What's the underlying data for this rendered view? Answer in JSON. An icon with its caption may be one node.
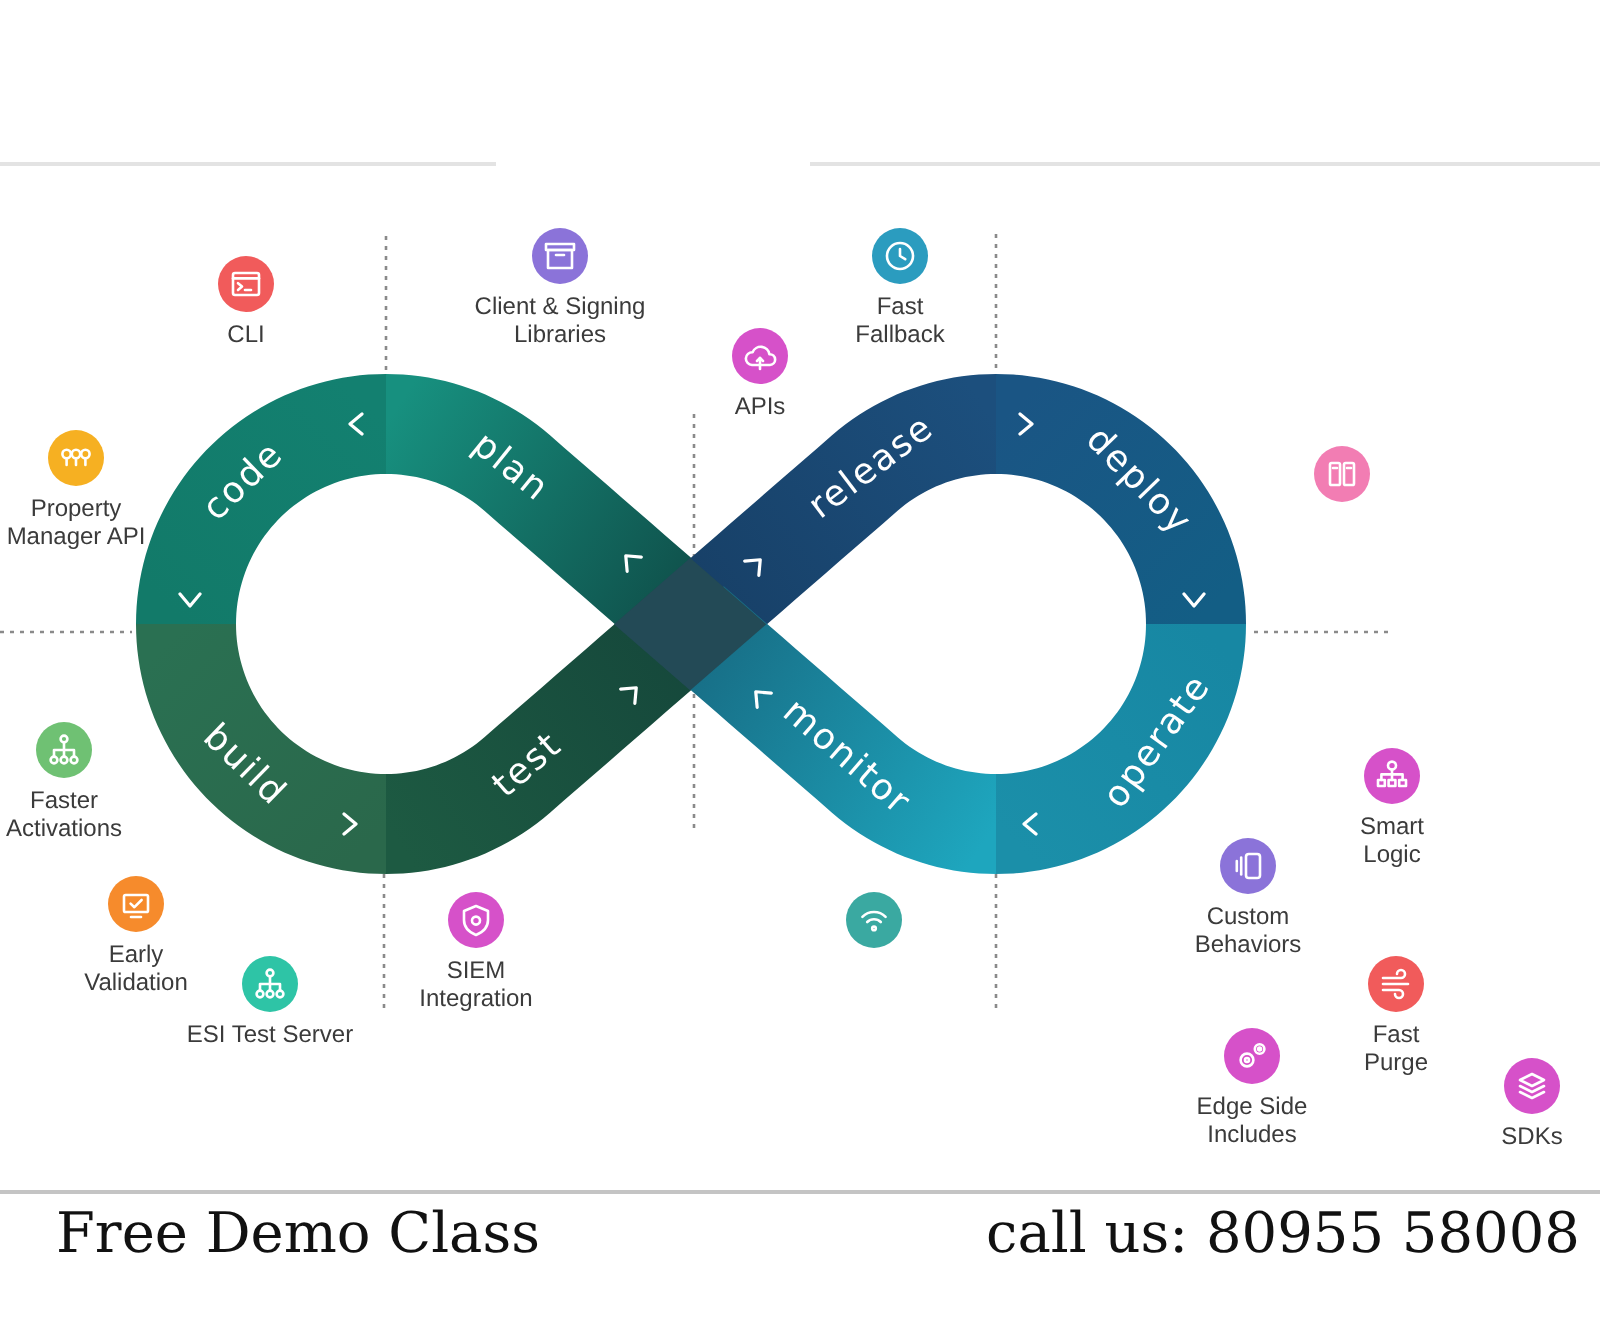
{
  "diagram": {
    "nodes": [
      {
        "text": [
          "code"
        ]
      },
      {
        "text": [
          "plan"
        ]
      },
      {
        "text": [
          "release"
        ]
      },
      {
        "text": [
          "deploy"
        ]
      },
      {
        "text": [
          "build"
        ]
      },
      {
        "text": [
          "test"
        ]
      },
      {
        "text": [
          "monitor"
        ]
      },
      {
        "text": [
          "operate"
        ]
      }
    ],
    "labels": [
      "CLI",
      "Client & Signing Libraries",
      "APIs",
      "Fast Fallback",
      "Property Manager API",
      "Faster Activations",
      "Smart Logic",
      "Custom Behaviors",
      "Early Validation",
      "SIEM Integration",
      "ESI Test Server",
      "Fast Purge",
      "Edge Side Includes",
      "SDKs",
      "Free Demo Class",
      "call us: 80955 58008"
    ]
  }
}
